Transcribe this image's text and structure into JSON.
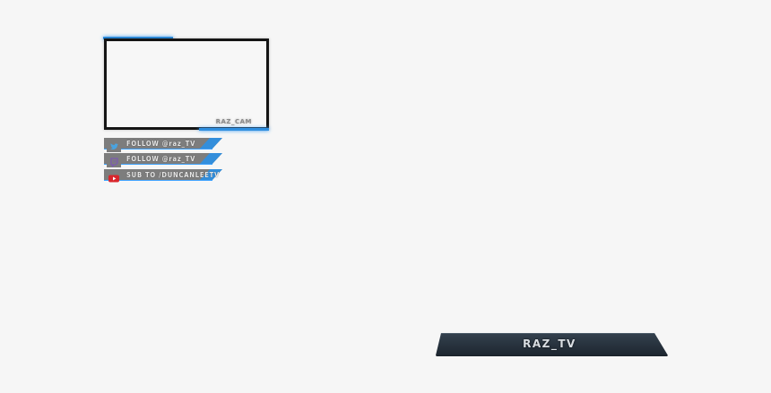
{
  "webcam": {
    "label": "RAZ_CAM",
    "frame_color": "#151515",
    "accent_color": "#2f8fe0"
  },
  "social": [
    {
      "platform": "twitter",
      "icon": "twitter-bird-icon",
      "text": "FOLLOW @raz_TV",
      "icon_color": "#4aa3df"
    },
    {
      "platform": "twitch",
      "icon": "twitch-icon",
      "text": "FOLLOW @raz_TV",
      "icon_color": "#7b5bb0"
    },
    {
      "platform": "youtube",
      "icon": "youtube-play-icon",
      "text": "SUB TO /DUNCANLEETV",
      "icon_color": "#d9262c"
    }
  ],
  "banner": {
    "name": "RAZ_TV",
    "bg_color": "#24303c",
    "edge_color": "#1a2129"
  },
  "colors": {
    "background": "#f6f6f6",
    "bar_gray": "#7d7d7d",
    "bar_blue": "#2f8fe0"
  }
}
